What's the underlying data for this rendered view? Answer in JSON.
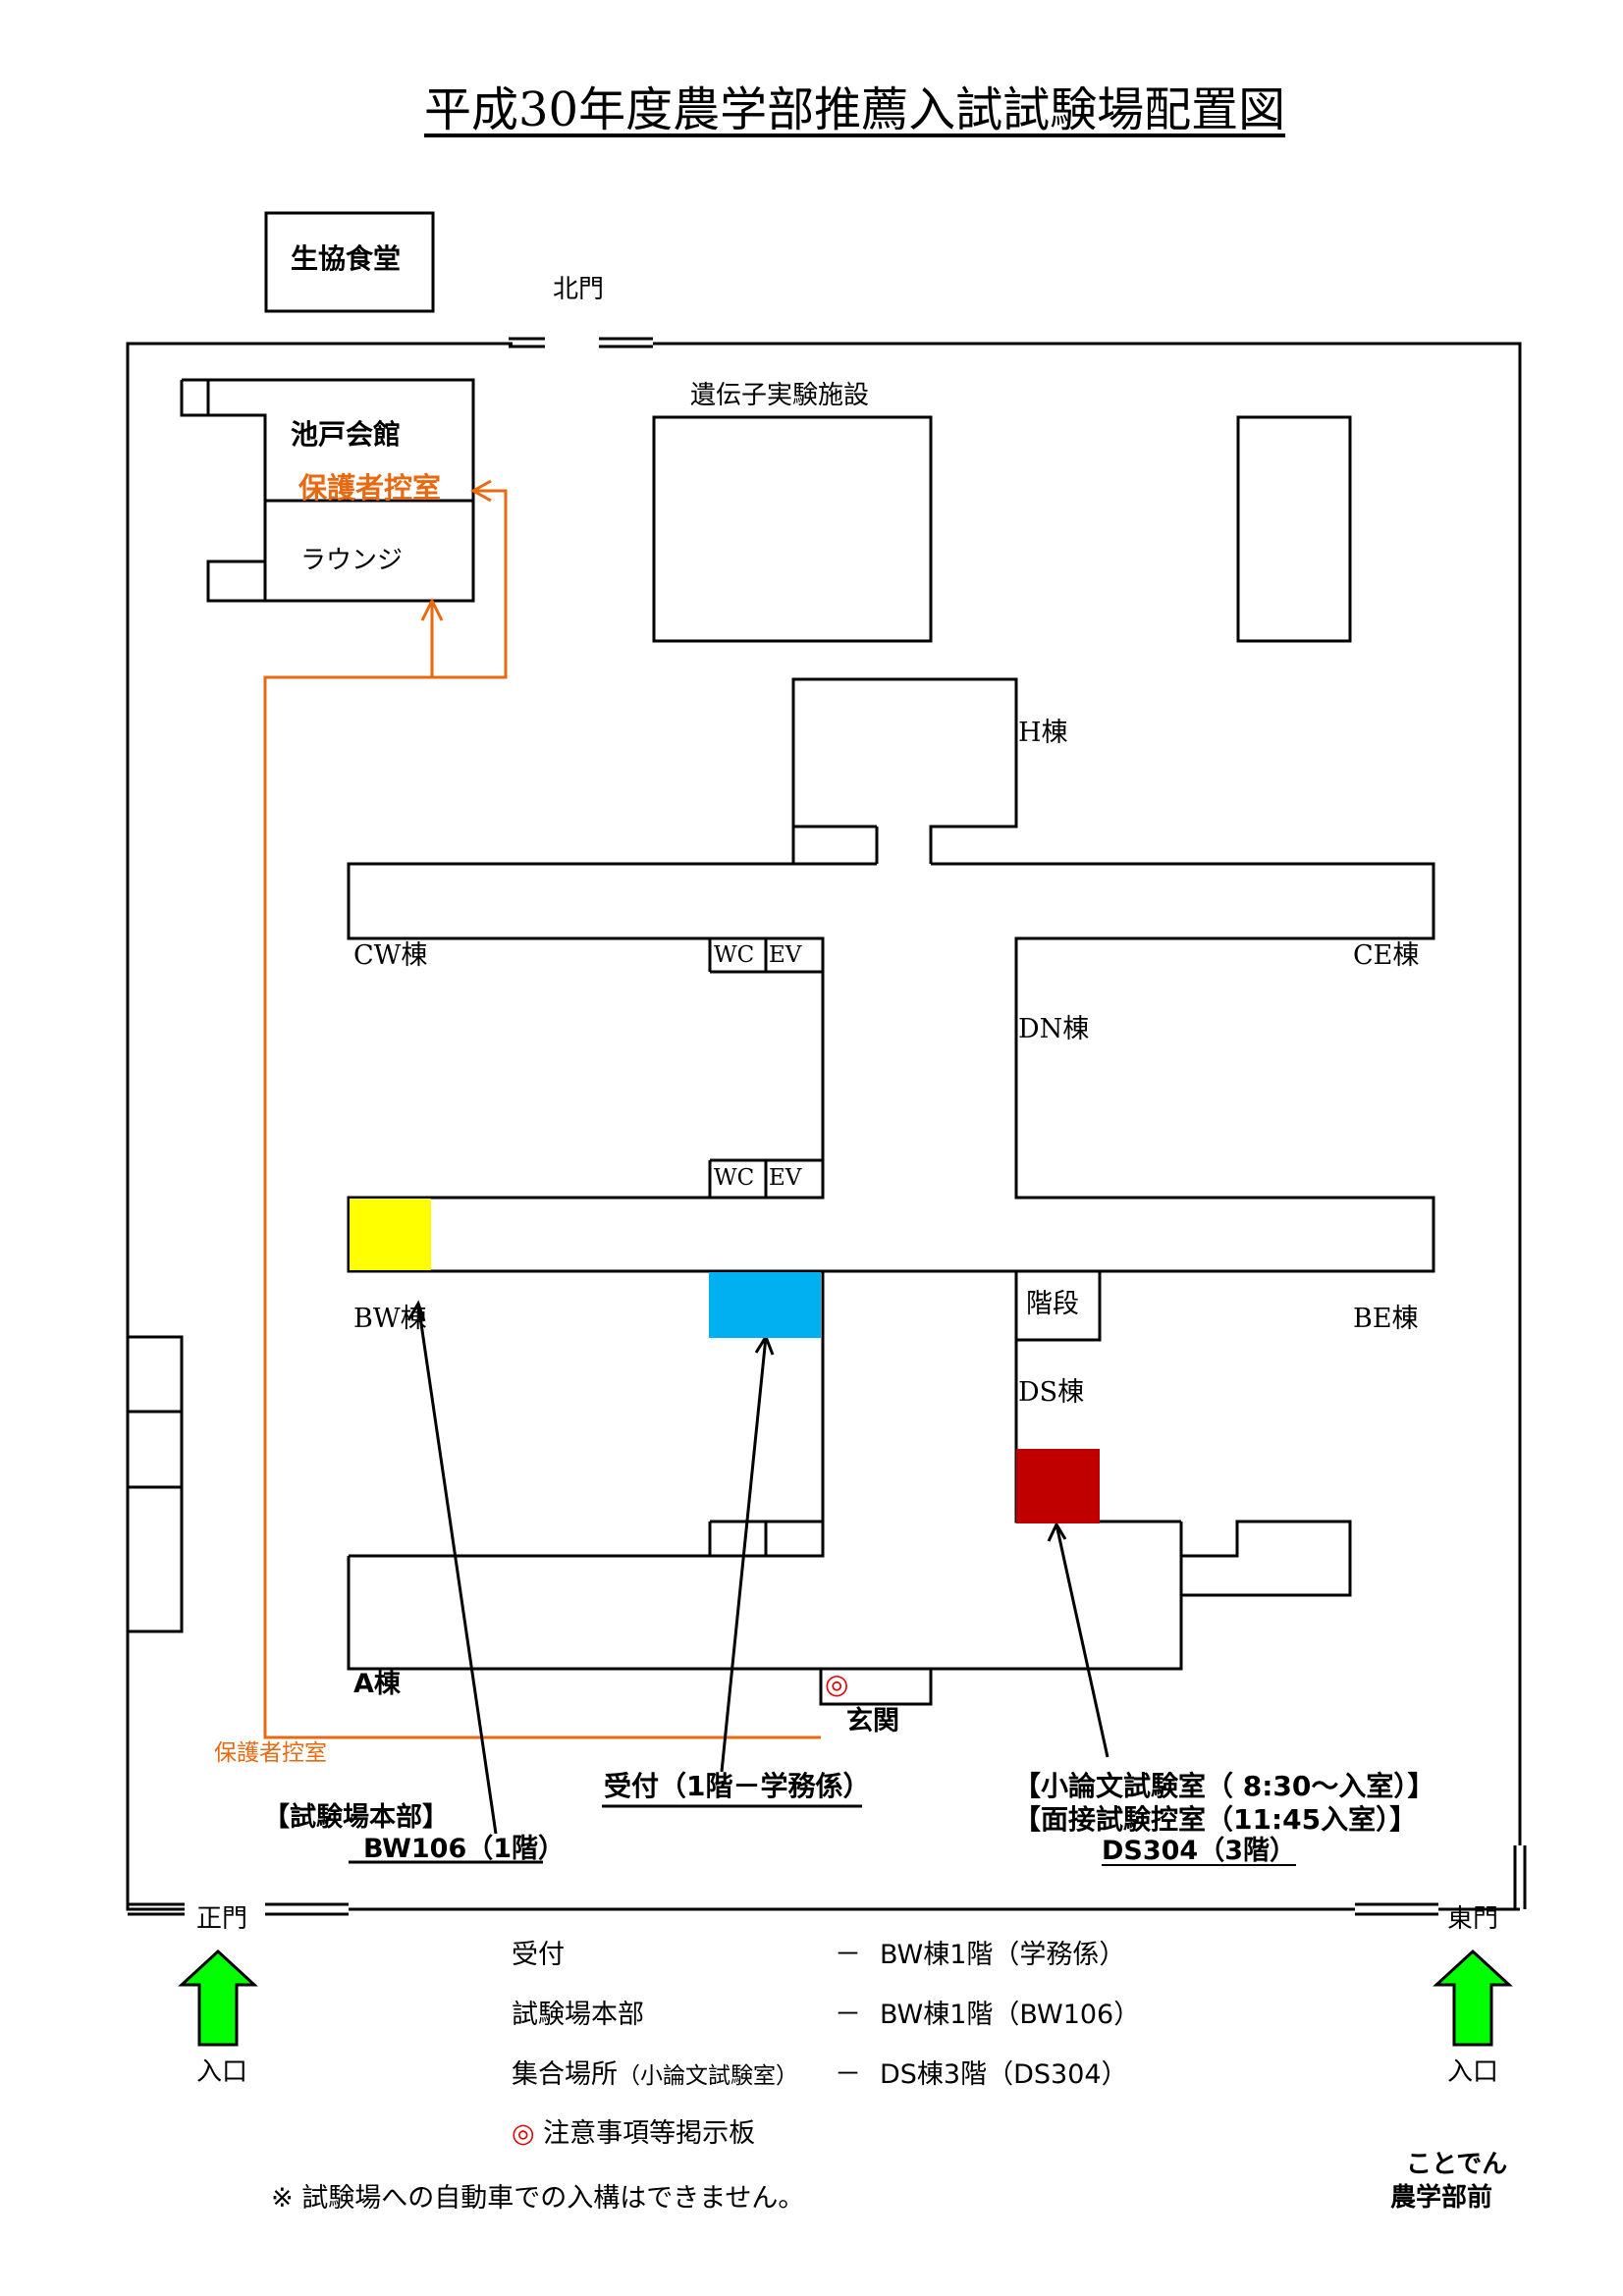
{
  "title": "平成30年度農学部推薦入試試験場配置図",
  "buildings": {
    "coop": "生協食堂",
    "north_gate": "北門",
    "ikedo_hall": "池戸会館",
    "guardian_room": "保護者控室",
    "lounge": "ラウンジ",
    "gene_lab": "遺伝子実験施設",
    "h": "H棟",
    "cw": "CW棟",
    "ce": "CE棟",
    "dn": "DN棟",
    "wc1": "WC",
    "ev1": "EV",
    "wc2": "WC",
    "ev2": "EV",
    "bw": "BW棟",
    "be": "BE棟",
    "stairs": "階段",
    "ds": "DS棟",
    "a": "A棟",
    "entrance": "玄関",
    "double_circle": "◎",
    "guardian_route_label": "保護者控室",
    "main_gate": "正門",
    "east_gate": "東門",
    "entrance_left": "入口",
    "entrance_right": "入口"
  },
  "callouts": {
    "hq_line1": "【試験場本部】",
    "hq_line2": "BW106（1階）",
    "reception": "受付（1階－学務係）",
    "essay_line1": "【小論文試験室（ 8:30～入室）】",
    "essay_line2": "【面接試験控室（11:45入室）】",
    "essay_line3": "DS304（3階）"
  },
  "legend": [
    {
      "item": "受付",
      "dash": "－",
      "place": "BW棟1階（学務係）"
    },
    {
      "item": "試験場本部",
      "dash": "－",
      "place": "BW棟1階（BW106）"
    },
    {
      "item": "集合場所",
      "item_small": "（小論文試験室）",
      "dash": "－",
      "place": "DS棟3階（DS304）"
    }
  ],
  "notice_board": "◎ 注意事項等掲示板",
  "no_car_note": "※  試験場への自動車での入構はできません。",
  "station_line1": "ことでん",
  "station_line2": "農学部前",
  "colors": {
    "hq": "#ffff00",
    "reception": "#00b0f0",
    "essay": "#c00000",
    "route": "#e86a10",
    "arrow": "#00ff00"
  }
}
